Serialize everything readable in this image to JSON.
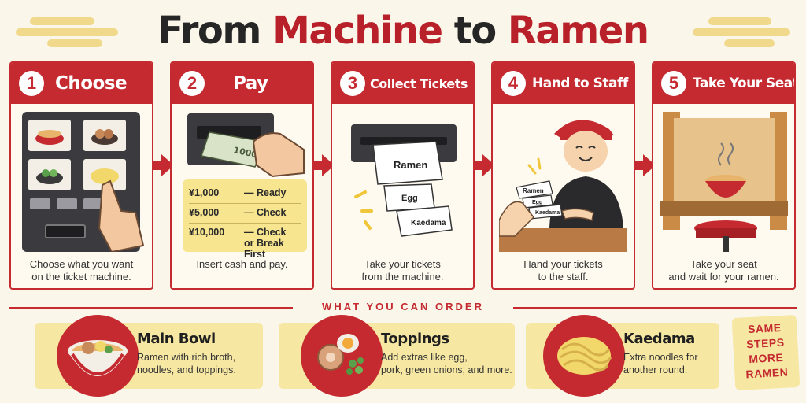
{
  "header": {
    "title_part1": "From ",
    "title_part2": "Machine",
    "title_part3": " to ",
    "title_part4": "Ramen"
  },
  "steps": [
    {
      "number": "1",
      "title": "Choose",
      "description_line1": "Choose what you want",
      "description_line2": "on the ticket machine."
    },
    {
      "number": "2",
      "title": "Pay",
      "description_line1": "Insert cash and pay.",
      "description_line2": ""
    },
    {
      "number": "3",
      "title": "Collect Tickets",
      "description_line1": "Take your tickets",
      "description_line2": "from the machine."
    },
    {
      "number": "4",
      "title": "Hand to Staff",
      "description_line1": "Hand your tickets",
      "description_line2": "to the staff."
    },
    {
      "number": "5",
      "title": "Take Your Seat",
      "description_line1": "Take your seat",
      "description_line2": "and wait for your ramen."
    }
  ],
  "pay": {
    "bill_text": "1000",
    "prices": [
      {
        "amount": "¥1,000",
        "result": "— Ready",
        "result2": ""
      },
      {
        "amount": "¥5,000",
        "result": "— Check",
        "result2": ""
      },
      {
        "amount": "¥10,000",
        "result": "— Check",
        "result2": "or Break First"
      }
    ]
  },
  "tickets": {
    "ticket1": "Ramen",
    "ticket2": "Egg",
    "ticket3": "Kaedama"
  },
  "order_section": {
    "heading": "WHAT YOU CAN ORDER",
    "items": [
      {
        "title": "Main Bowl",
        "desc_line1": "Ramen with rich broth,",
        "desc_line2": "noodles, and toppings."
      },
      {
        "title": "Toppings",
        "desc_line1": "Add extras like egg,",
        "desc_line2": "pork, green onions, and more."
      },
      {
        "title": "Kaedama",
        "desc_line1": "Extra noodles for",
        "desc_line2": "another round."
      }
    ]
  },
  "badge": {
    "line1": "SAME",
    "line2": "STEPS",
    "line3": "MORE",
    "line4": "RAMEN"
  },
  "colors": {
    "accent_red": "#c42a30",
    "title_red": "#b8202a",
    "background": "#fbf6ea",
    "panel_yellow": "#f6e7a3"
  }
}
